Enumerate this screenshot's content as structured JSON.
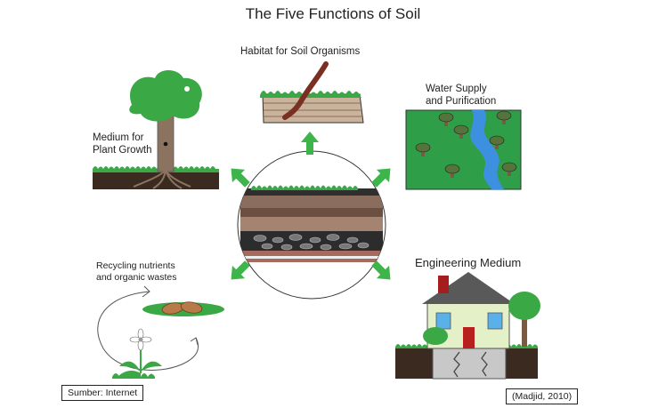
{
  "title": "The Five Functions of Soil",
  "functions": {
    "habitat": "Habitat for Soil Organisms",
    "water_line1": "Water Supply",
    "water_line2": "and Purification",
    "plant_line1": "Medium for",
    "plant_line2": "Plant Growth",
    "recycle_line1": "Recycling nutrients",
    "recycle_line2": "and organic wastes",
    "engineering": "Engineering Medium"
  },
  "source_left": "Sumber: Internet",
  "source_right": "(Madjid, 2010)",
  "colors": {
    "grass": "#3aa845",
    "arrow": "#3db54a",
    "water_bg": "#2e9e48",
    "river": "#3d8fe0",
    "trunk": "#8b7360",
    "soil_dark": "#3a2a1f",
    "roof": "#595959",
    "house": "#e3f0c8"
  }
}
